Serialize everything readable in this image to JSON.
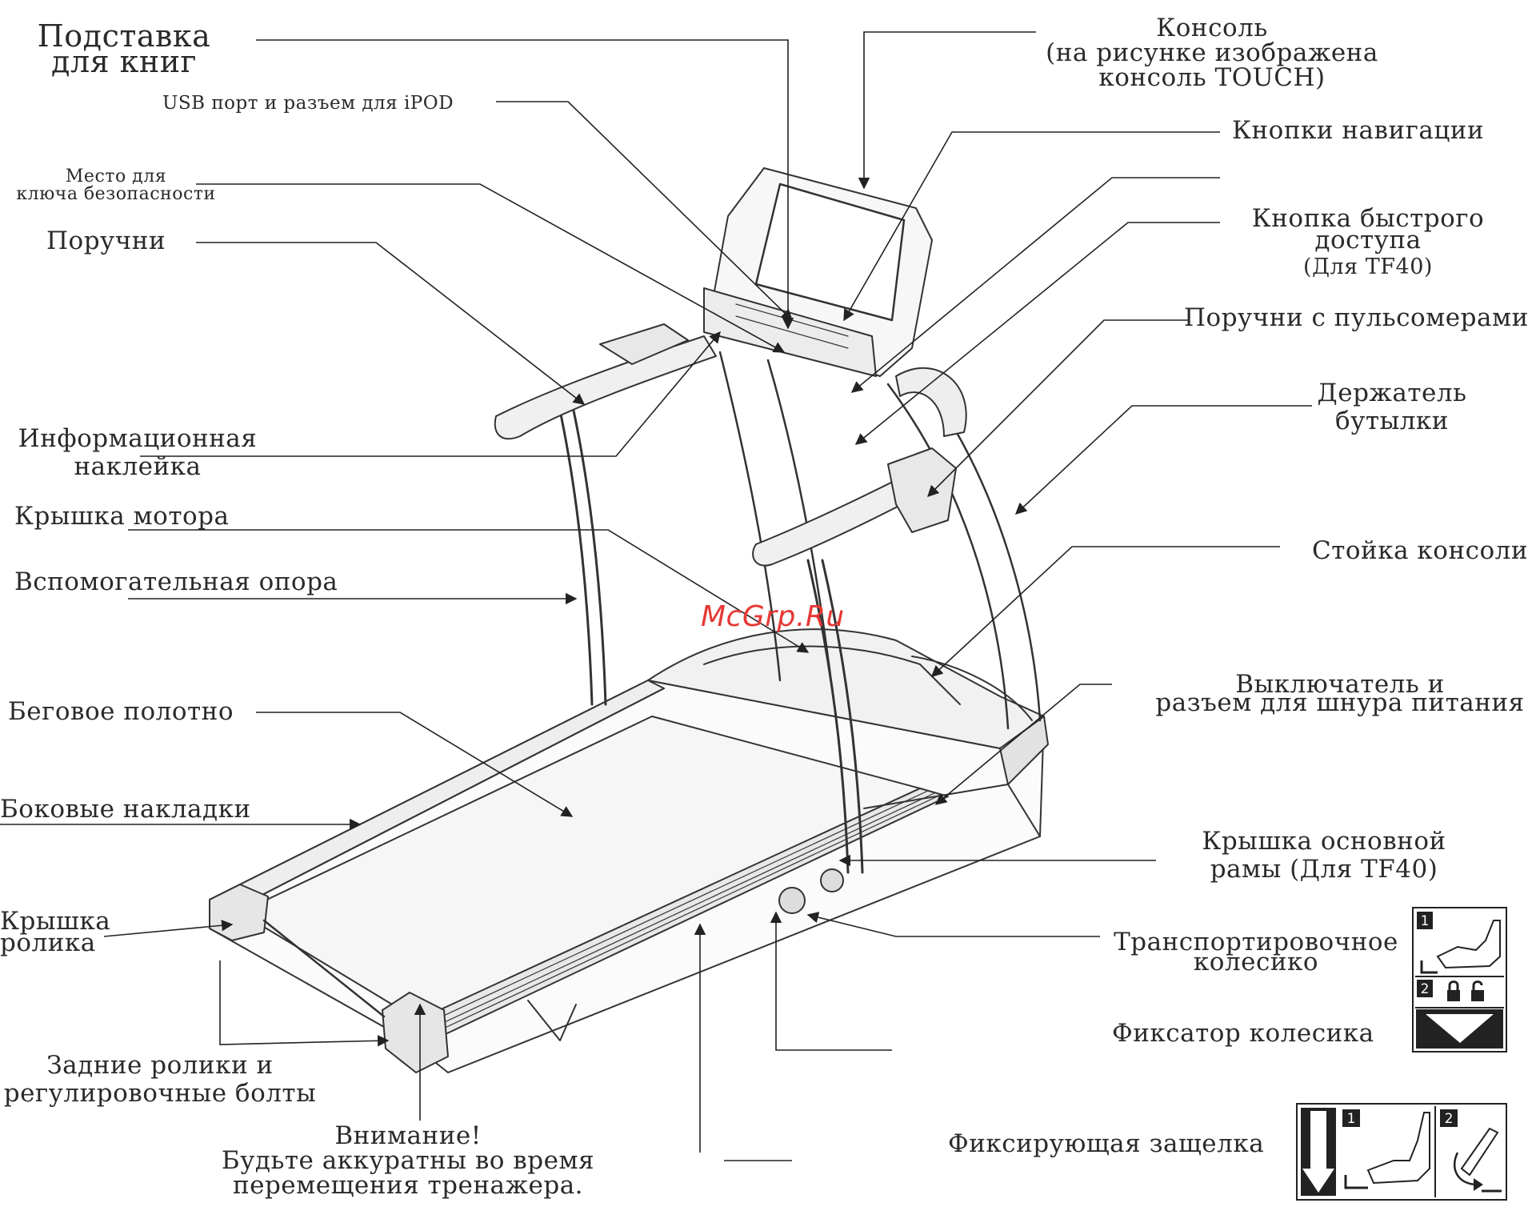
{
  "watermark": "McGrp.Ru",
  "labels": {
    "book_holder": [
      "Подставка",
      "для книг"
    ],
    "usb_port": "USB порт и разъем для iPOD",
    "safety_key": [
      "Место для",
      "ключа безопасности"
    ],
    "handrails": "Поручни",
    "info_sticker": [
      "Информационная",
      "наклейка"
    ],
    "motor_cover": "Крышка мотора",
    "aux_support": "Вспомогательная опора",
    "running_belt": "Беговое полотно",
    "side_rails": "Боковые накладки",
    "roller_cover": [
      "Крышка",
      "ролика"
    ],
    "rear_rollers": [
      "Задние ролики и",
      "регулировочные болты"
    ],
    "warning": [
      "Внимание!",
      "Будьте аккуратны во время",
      "перемещения тренажера."
    ],
    "console": [
      "Консоль",
      "(на рисунке изображена",
      "консоль TOUCH)"
    ],
    "nav_buttons": "Кнопки навигации",
    "quick_key": [
      "Кнопка быстрого",
      "доступа",
      "(Для TF40)"
    ],
    "pulse_handrails": "Поручни с пульсомерами",
    "bottle_holder": [
      "Держатель",
      "бутылки"
    ],
    "console_mast": "Стойка консоли",
    "power_switch": [
      "Выключатель и",
      "разъем для шнура питания"
    ],
    "frame_cover": [
      "Крышка основной",
      "рамы (Для TF40)"
    ],
    "transport_wheel": [
      "Транспортировочное",
      "колесико"
    ],
    "wheel_lock": "Фиксатор колесика",
    "latch": "Фиксирующая защелка"
  },
  "step_numbers": [
    "1",
    "2"
  ]
}
